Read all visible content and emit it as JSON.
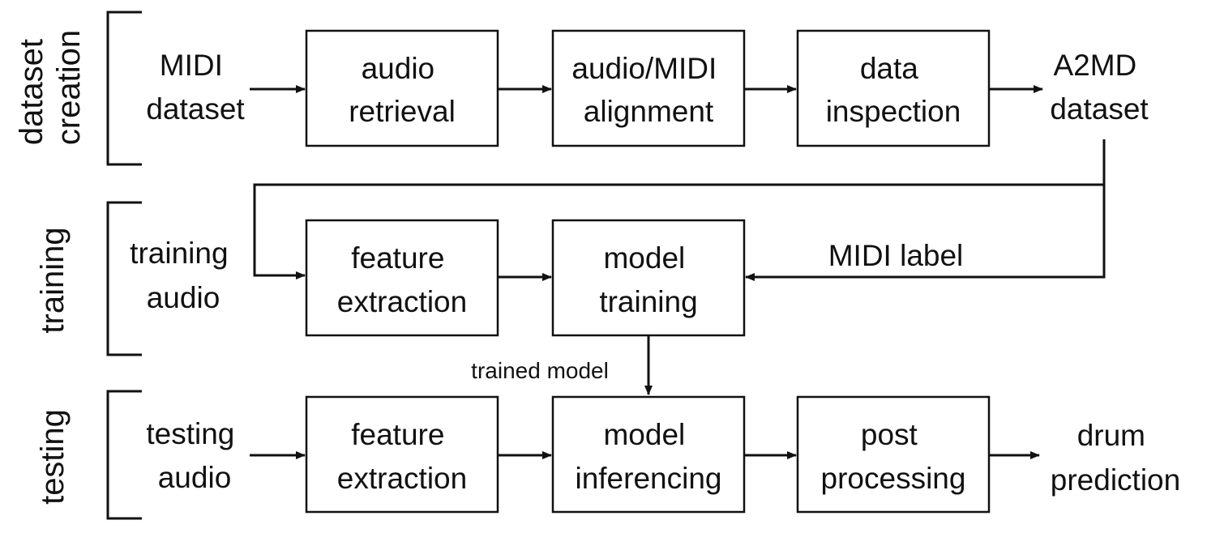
{
  "stages": {
    "dataset_creation": [
      "dataset",
      "creation"
    ],
    "training": "training",
    "testing": "testing"
  },
  "row1": {
    "input": [
      "MIDI",
      "dataset"
    ],
    "audio_retrieval": [
      "audio",
      "retrieval"
    ],
    "alignment": [
      "audio/MIDI",
      "alignment"
    ],
    "data_inspection": [
      "data",
      "inspection"
    ],
    "output": [
      "A2MD",
      "dataset"
    ]
  },
  "row2": {
    "input": [
      "training",
      "audio"
    ],
    "feature_extraction": [
      "feature",
      "extraction"
    ],
    "model_training": [
      "model",
      "training"
    ],
    "midi_label": "MIDI label"
  },
  "trained_model_label": "trained model",
  "row3": {
    "input": [
      "testing",
      "audio"
    ],
    "feature_extraction": [
      "feature",
      "extraction"
    ],
    "model_inferencing": [
      "model",
      "inferencing"
    ],
    "post_processing": [
      "post",
      "processing"
    ],
    "output": [
      "drum",
      "prediction"
    ]
  }
}
